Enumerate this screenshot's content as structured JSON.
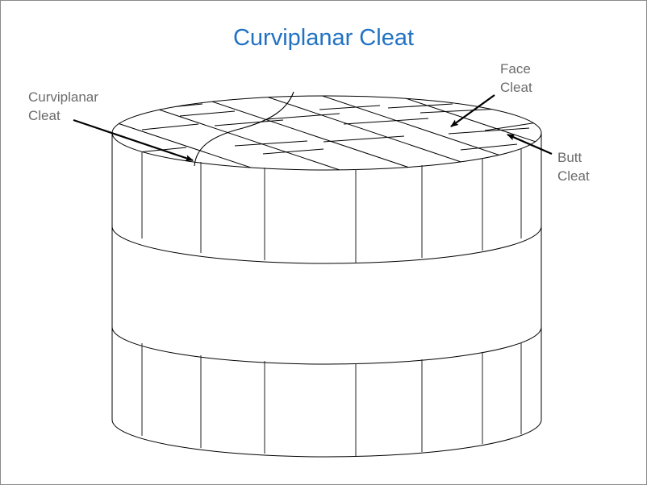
{
  "title": "Curviplanar Cleat",
  "labels": {
    "curviplanar_line1": "Curviplanar",
    "curviplanar_line2": "Cleat",
    "face_line1": "Face",
    "face_line2": "Cleat",
    "butt_line1": "Butt",
    "butt_line2": "Cleat"
  },
  "colors": {
    "title": "#2272c3",
    "label": "#6b6b6b"
  }
}
